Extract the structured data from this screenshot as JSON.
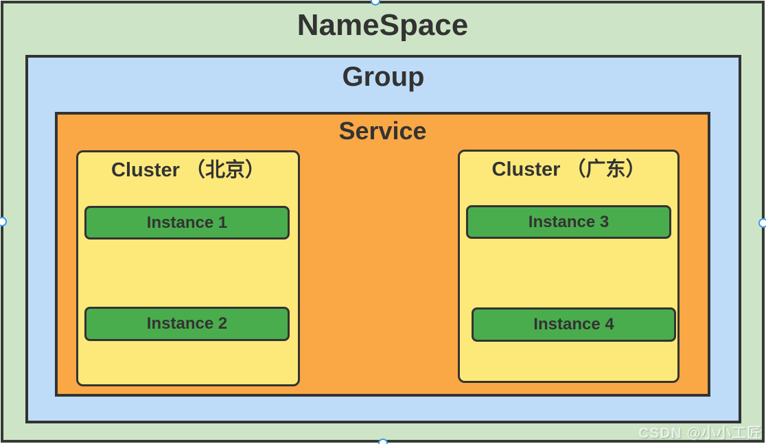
{
  "diagram": {
    "namespace_label": "NameSpace",
    "group_label": "Group",
    "service_label": "Service",
    "clusters": [
      {
        "label": "Cluster （北京）",
        "instances": [
          "Instance 1",
          "Instance 2"
        ]
      },
      {
        "label": "Cluster （广东）",
        "instances": [
          "Instance 3",
          "Instance 4"
        ]
      }
    ]
  },
  "watermark": "CSDN @小小工匠",
  "colors": {
    "namespace_bg": "#cde5c6",
    "group_bg": "#bedcf8",
    "service_bg": "#f9a845",
    "cluster_bg": "#fce97a",
    "instance_bg": "#4aad4d",
    "border": "#333333",
    "handle_stroke": "#3d9be9"
  }
}
